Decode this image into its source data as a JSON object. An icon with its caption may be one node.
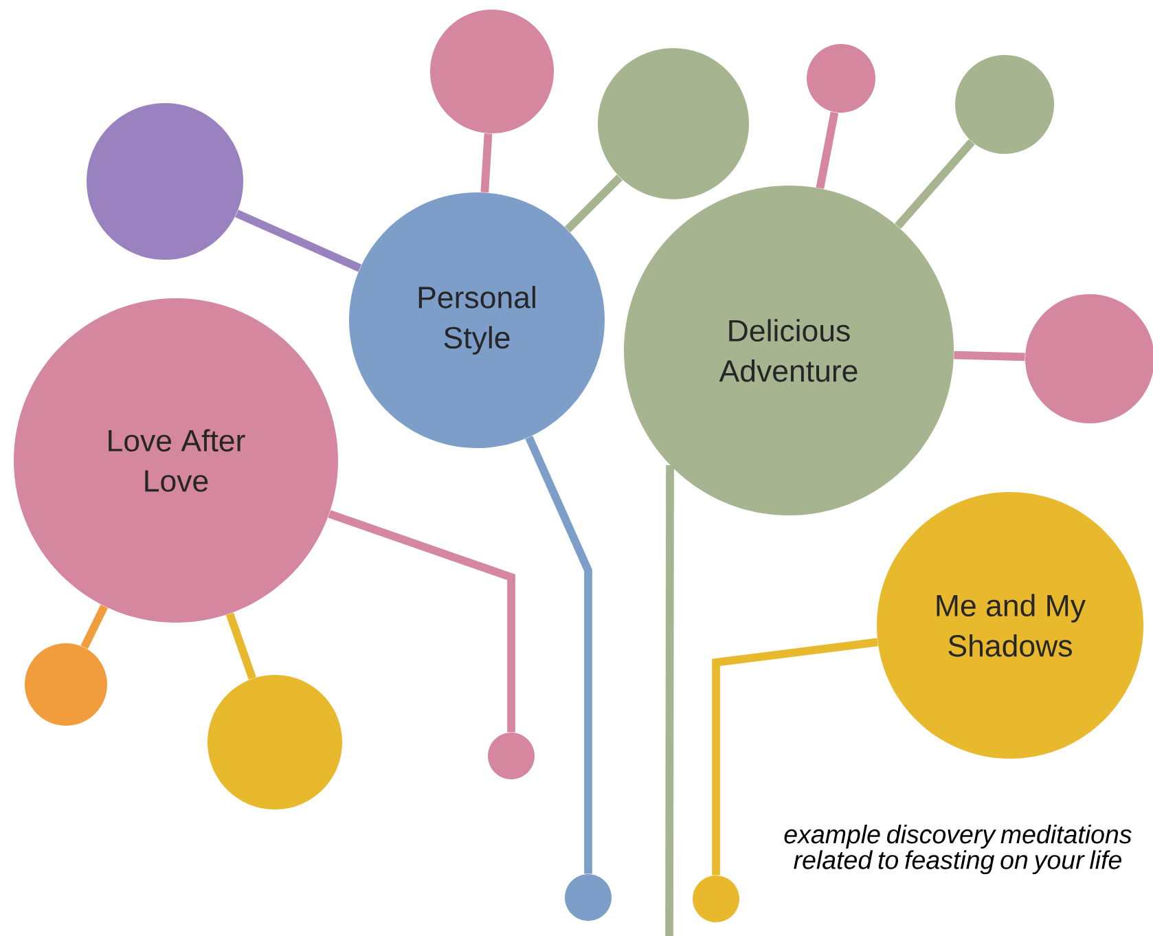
{
  "diagram": {
    "nodes": [
      {
        "text": [
          "Love After Love"
        ]
      },
      {
        "text": [
          "Personal Style"
        ]
      },
      {
        "text": [
          "Delicious Adventure"
        ]
      },
      {
        "text": [
          "Me and My Shadows"
        ]
      },
      {
        "text": [],
        "shape": "circle"
      },
      {
        "text": [],
        "shape": "circle"
      },
      {
        "text": [],
        "shape": "circle"
      },
      {
        "text": [],
        "shape": "circle"
      },
      {
        "text": [],
        "shape": "circle"
      },
      {
        "text": [],
        "shape": "circle"
      },
      {
        "text": [],
        "shape": "circle"
      },
      {
        "text": [],
        "shape": "circle"
      },
      {
        "text": [],
        "shape": "circle"
      },
      {
        "text": [],
        "shape": "circle"
      },
      {
        "text": [],
        "shape": "circle"
      }
    ],
    "edges": [
      {
        "from": 4,
        "to": 1,
        "arrow": "none",
        "color": "#9a82c0"
      },
      {
        "from": 5,
        "to": 1,
        "arrow": "none",
        "color": "#d4879f"
      },
      {
        "from": 6,
        "to": 1,
        "arrow": "none",
        "color": "#a6b48f"
      },
      {
        "from": 7,
        "to": 2,
        "arrow": "none",
        "color": "#d4879f"
      },
      {
        "from": 8,
        "to": 2,
        "arrow": "none",
        "color": "#a6b48f"
      },
      {
        "from": 9,
        "to": 2,
        "arrow": "none",
        "color": "#d4879f"
      },
      {
        "from": 0,
        "to": 10,
        "arrow": "none",
        "color": "#f19d3d"
      },
      {
        "from": 0,
        "to": 11,
        "arrow": "none",
        "color": "#e8b92c"
      },
      {
        "from": 0,
        "to": 12,
        "arrow": "none",
        "color": "#d4879f"
      },
      {
        "from": 1,
        "to": 13,
        "arrow": "none",
        "color": "#7c9ec9"
      },
      {
        "from": 3,
        "to": 14,
        "arrow": "none",
        "color": "#e8b92c"
      },
      {
        "from": 2,
        "to": null,
        "arrow": "none",
        "color": "#a6b48f"
      }
    ],
    "labels": [
      "example discovery meditations related to feasting on your life"
    ]
  }
}
